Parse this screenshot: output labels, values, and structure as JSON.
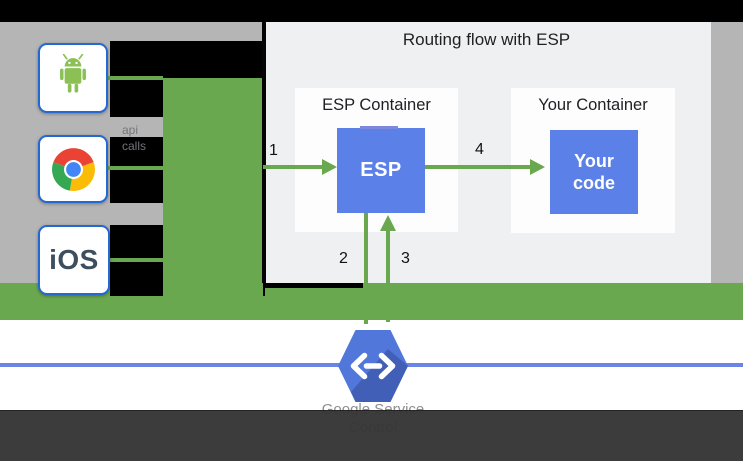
{
  "diagram": {
    "title": "Routing flow with ESP",
    "clients": {
      "ios_label": "iOS",
      "note_line1": "api",
      "note_line2": "calls"
    },
    "esp_container": {
      "label": "ESP Container",
      "box_label": "ESP"
    },
    "your_container": {
      "label": "Your Container",
      "code_line1": "Your",
      "code_line2": "code"
    },
    "steps": {
      "s1": "1",
      "s2": "2",
      "s3": "3",
      "s4": "4"
    },
    "service_control": {
      "line1": "Google Service",
      "line2": "Control"
    },
    "icons": {
      "android": "android-robot-icon",
      "chrome": "chrome-logo-icon",
      "endpoints": "cloud-endpoints-hexagon-icon"
    },
    "colors": {
      "arrow_green": "#6aa84f",
      "box_blue": "#5b80e8",
      "hexagon_blue": "#4f72d4",
      "rail_blue": "#6b85e6",
      "side_gray": "#b5b5b5",
      "panel_gray": "#eff0f1",
      "bottom_bar_gray": "#343434",
      "top_bar_black": "#000000"
    }
  }
}
